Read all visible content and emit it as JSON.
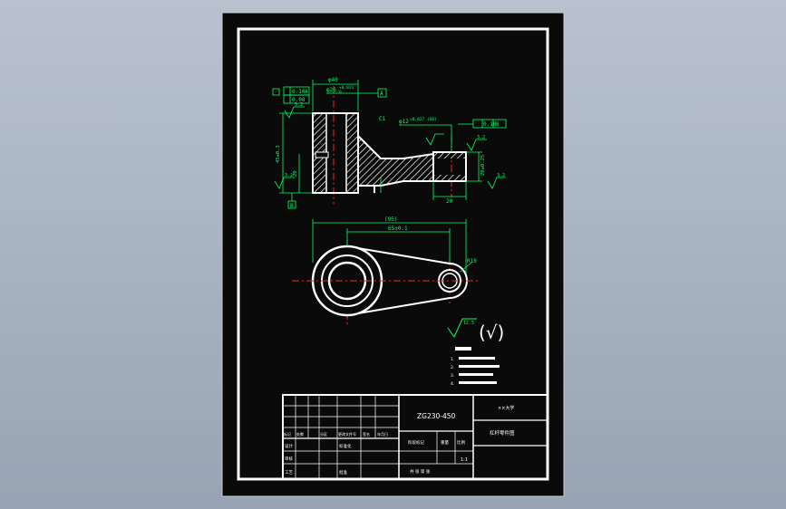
{
  "colors": {
    "background": "#0a0a0a",
    "frame": "#ffffff",
    "dimension": "#00ff66",
    "centerline": "#ff2020",
    "part": "#ffffff",
    "hatch": "#ffffff",
    "viewport_outer": "#a8b2bf"
  },
  "front_view": {
    "dims": {
      "top_diameter": "φ40",
      "bore": "φ26",
      "bore_tol": "+0.021",
      "bore_tol2": "0",
      "small_bore": "φ12",
      "small_bore_tol": "+0.027 (H8)",
      "height_left": "45±0.3",
      "height_20": "20",
      "width_20": "20",
      "height_right": "20±0.25",
      "chamfer_c1": "C1",
      "datum_a": "A",
      "datum_b": "B",
      "gtol_1": "0.10",
      "gtol_2": "0.08",
      "gtol_3": "0.10",
      "gtol_label_a": "A",
      "gtol_label_b": "B",
      "roughness_1": "3.2",
      "roughness_2": "3.2",
      "roughness_3": "3.2",
      "roughness_4": "3.2"
    }
  },
  "top_view": {
    "dims": {
      "overall_length": "(95)",
      "center_distance": "65±0.1",
      "radius": "R10"
    }
  },
  "surface_note": {
    "symbol": "√",
    "value": "12.5",
    "other_symbol": "(√)"
  },
  "tech_notes": {
    "items": [
      "1.",
      "2.",
      "3.",
      "4."
    ]
  },
  "title_block": {
    "material": "ZG230-450",
    "company": "××大学",
    "drawing_name": "杠杆零件图",
    "scale": "1:1",
    "row_labels": [
      "标记",
      "处数",
      "分区",
      "更改文件号",
      "签名",
      "年月日"
    ],
    "designer": "设计",
    "standard": "标准化",
    "checker": "审核",
    "process": "工艺",
    "approve": "批准",
    "stage_mark": "阶段标记",
    "weight": "重量",
    "ratio": "比例",
    "sheets": "共 张 第 张"
  }
}
